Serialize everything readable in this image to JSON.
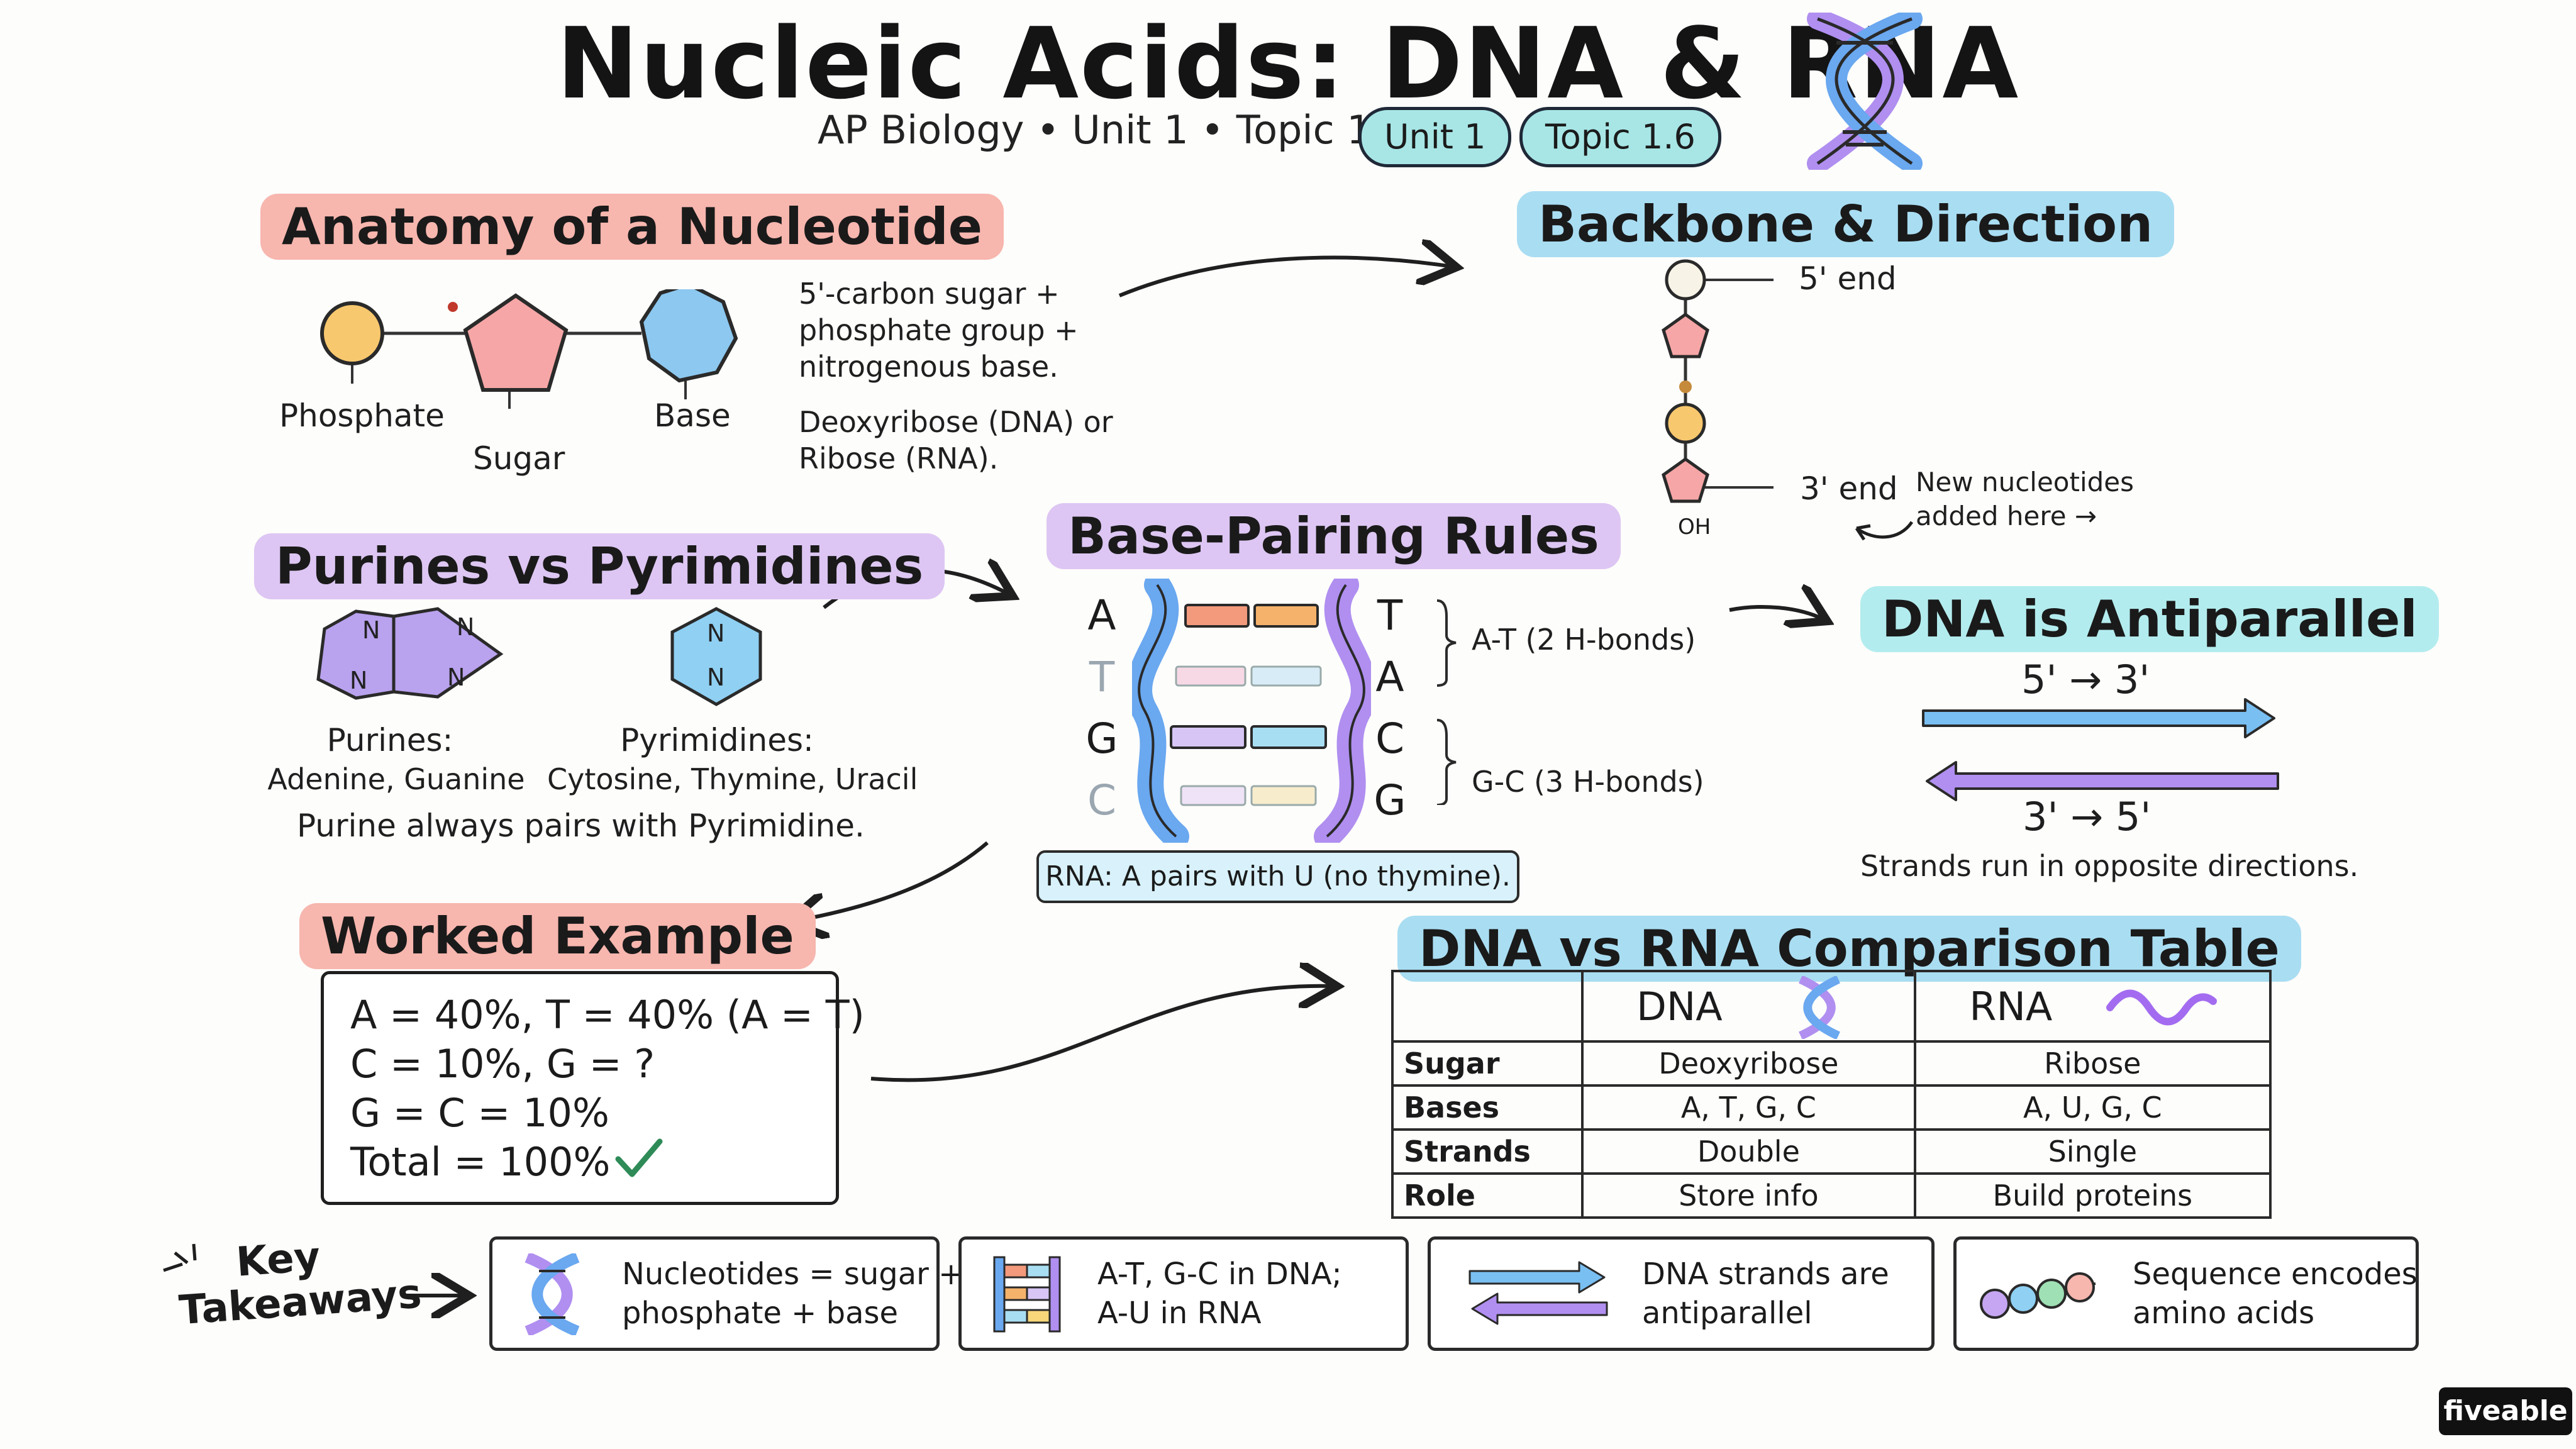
{
  "header": {
    "title": "Nucleic Acids: DNA & RNA",
    "subtitle": "AP Biology • Unit 1 • Topic 1.6",
    "badges": [
      "Unit 1",
      "Topic 1.6"
    ]
  },
  "anatomy": {
    "heading": "Anatomy of a Nucleotide",
    "labels": {
      "phosphate": "Phosphate",
      "sugar": "Sugar",
      "base": "Base"
    },
    "description_lines": [
      "5'-carbon sugar +",
      "phosphate group +",
      "nitrogenous base."
    ],
    "sugar_note_lines": [
      "Deoxyribose (DNA) or",
      "Ribose (RNA)."
    ]
  },
  "backbone": {
    "heading": "Backbone & Direction",
    "five_end": "5' end",
    "three_end": "3' end",
    "oh": "OH",
    "note_lines": [
      "New nucleotides",
      "added here →"
    ]
  },
  "purines": {
    "heading": "Purines vs Pyrimidines",
    "purines_label": "Purines:",
    "purines_list": "Adenine, Guanine",
    "pyrimidines_label": "Pyrimidines:",
    "pyrimidines_list": "Cytosine, Thymine, Uracil",
    "rule": "Purine always pairs with Pyrimidine.",
    "atom": "N"
  },
  "base_pairing": {
    "heading": "Base-Pairing Rules",
    "left_bases": [
      "A",
      "T",
      "G",
      "C"
    ],
    "right_bases": [
      "T",
      "A",
      "C",
      "G"
    ],
    "at_label": "A-T (2 H-bonds)",
    "gc_label": "G-C (3 H-bonds)",
    "rna_note": "RNA: A pairs with U (no thymine)."
  },
  "antiparallel": {
    "heading": "DNA is Antiparallel",
    "top_label": "5' → 3'",
    "bottom_label": "3' → 5'",
    "caption": "Strands run in opposite directions."
  },
  "worked_example": {
    "heading": "Worked Example",
    "lines": [
      "A = 40%, T = 40% (A = T)",
      "C = 10%, G = ?",
      "G = C = 10%",
      "Total = 100%"
    ]
  },
  "comparison": {
    "heading": "DNA vs RNA Comparison Table",
    "columns": [
      "DNA",
      "RNA"
    ],
    "rows": [
      {
        "label": "Sugar",
        "dna": "Deoxyribose",
        "rna": "Ribose"
      },
      {
        "label": "Bases",
        "dna": "A, T, G, C",
        "rna": "A, U, G, C"
      },
      {
        "label": "Strands",
        "dna": "Double",
        "rna": "Single"
      },
      {
        "label": "Role",
        "dna": "Store info",
        "rna": "Build proteins"
      }
    ]
  },
  "takeaways": {
    "heading_lines": [
      "Key",
      "Takeaways"
    ],
    "items": [
      {
        "icon": "dna-helix-icon",
        "lines": [
          "Nucleotides = sugar +",
          "phosphate + base"
        ]
      },
      {
        "icon": "base-pair-ladder-icon",
        "lines": [
          "A-T, G-C in DNA;",
          "A-U in RNA"
        ]
      },
      {
        "icon": "antiparallel-arrows-icon",
        "lines": [
          "DNA strands are",
          "antiparallel"
        ]
      },
      {
        "icon": "amino-acid-chain-icon",
        "lines": [
          "Sequence encodes",
          "amino acids"
        ]
      }
    ]
  },
  "brand": {
    "logo": "fiveable"
  },
  "colors": {
    "red_highlight": "#f7b6ae",
    "blue_highlight": "#a9ddf2",
    "purple_highlight": "#ddc6f3",
    "cyan_highlight": "#b3ecee",
    "phosphate": "#f8c86e",
    "sugar": "#f6a6a6",
    "base": "#8cc8f0",
    "purine": "#b9a2ee",
    "pyrimidine": "#8fd0f3"
  }
}
